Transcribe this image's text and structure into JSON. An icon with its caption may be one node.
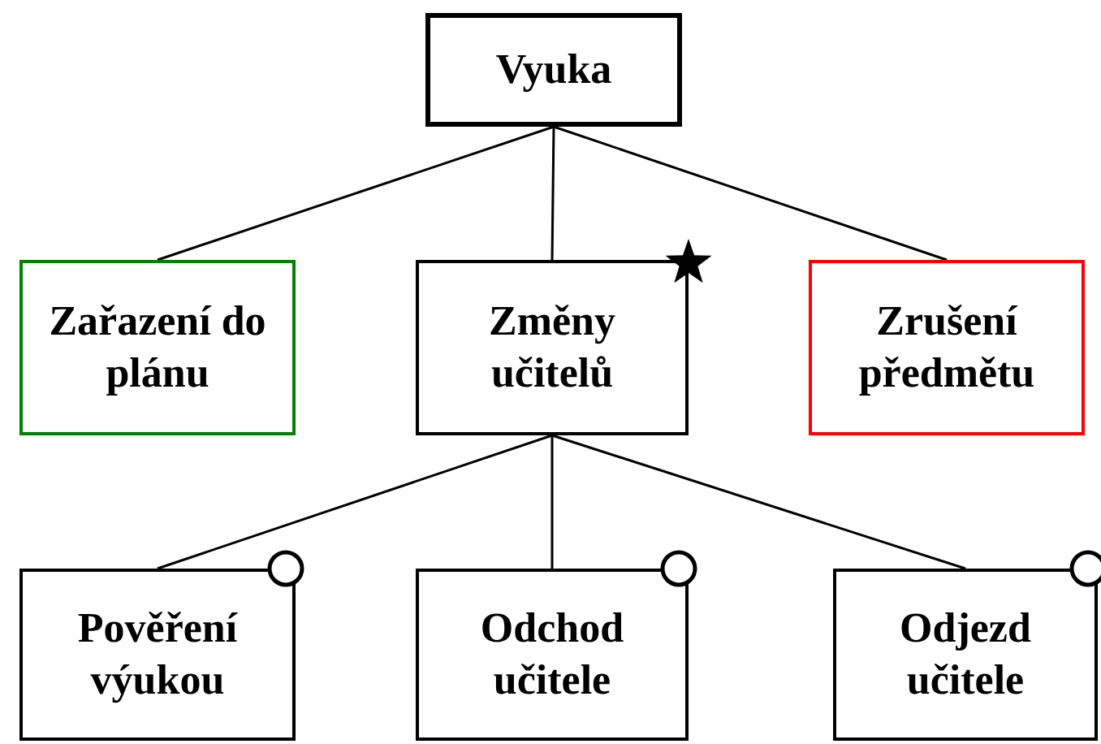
{
  "diagram": {
    "nodes": [
      {
        "text": [
          "Vyuka"
        ]
      },
      {
        "text": [
          "Zařazení do plánu"
        ]
      },
      {
        "text": [
          "Změny učitelů"
        ]
      },
      {
        "text": [
          "Zrušení předmětu"
        ]
      },
      {
        "text": [
          "Pověření výukou"
        ]
      },
      {
        "text": [
          "Odchod učitele"
        ]
      },
      {
        "text": [
          "Odjezd učitele"
        ]
      }
    ],
    "edges": [
      {
        "from": 0,
        "to": 1,
        "arrow": "none"
      },
      {
        "from": 0,
        "to": 2,
        "arrow": "none"
      },
      {
        "from": 0,
        "to": 3,
        "arrow": "none"
      },
      {
        "from": 2,
        "to": 4,
        "arrow": "none"
      },
      {
        "from": 2,
        "to": 5,
        "arrow": "none"
      },
      {
        "from": 2,
        "to": 6,
        "arrow": "none"
      }
    ]
  }
}
